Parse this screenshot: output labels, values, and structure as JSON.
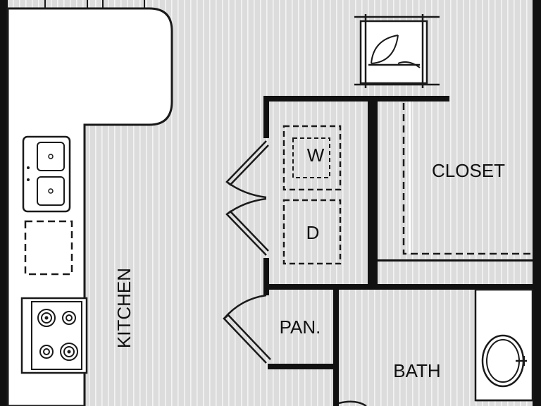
{
  "labels": {
    "kitchen": "KITCHEN",
    "closet": "CLOSET",
    "pantry": "PAN.",
    "bath": "BATH",
    "washer": "W",
    "dryer": "D"
  },
  "colors": {
    "floor": "#dcdcdc",
    "floor_stripe": "#f4f4f4",
    "wall": "#111111",
    "counter": "#ffffff",
    "line": "#1a1a1a"
  },
  "icons": {
    "sink": "double-sink-icon",
    "stove": "cooktop-icon",
    "shower": "shower-icon",
    "lavatory": "lavatory-sink-icon"
  }
}
